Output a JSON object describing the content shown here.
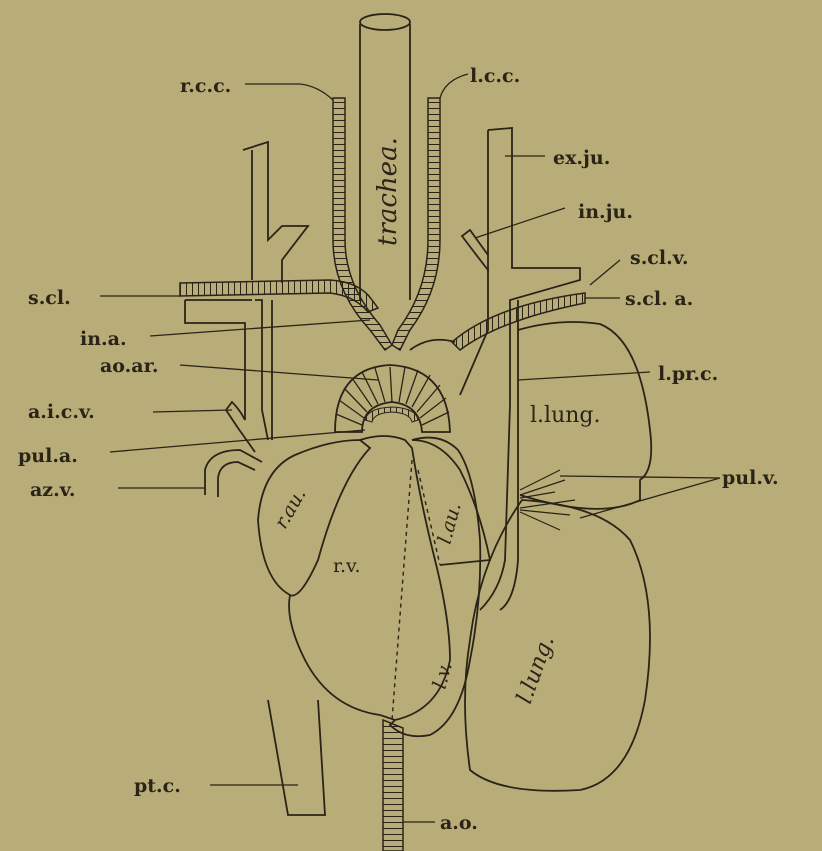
{
  "diagram": {
    "labels": {
      "rcc": "r.c.c.",
      "lcc": "l.c.c.",
      "trachea": "trachea.",
      "exju": "ex.ju.",
      "inju": "in.ju.",
      "sclv": "s.cl.v.",
      "scla": "s.cl. a.",
      "scl": "s.cl.",
      "ina": "in.a.",
      "aoar": "ao.ar.",
      "lprc": "l.pr.c.",
      "llung_upper": "l.lung.",
      "aicv": "a.i.c.v.",
      "pula": "pul.a.",
      "pulv": "pul.v.",
      "azv": "az.v.",
      "rau": "r.au.",
      "lau": "l.au.",
      "rv": "r.v.",
      "lv": "l.v.",
      "llung_lower": "l.lung.",
      "ptc": "pt.c.",
      "ao": "a.o."
    }
  }
}
